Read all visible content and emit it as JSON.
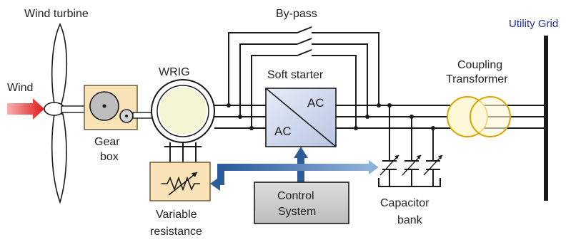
{
  "diagram": {
    "labels": {
      "wind_turbine": "Wind turbine",
      "wind": "Wind",
      "gear": "Gear",
      "box": "box",
      "wrig": "WRIG",
      "bypass": "By-pass",
      "soft_starter": "Soft starter",
      "ac_top": "AC",
      "ac_bottom": "AC",
      "coupling": "Coupling",
      "transformer": "Transformer",
      "utility_grid": "Utility Grid",
      "variable": "Variable",
      "resistance": "resistance",
      "control": "Control",
      "system": "System",
      "capacitor": "Capacitor",
      "bank": "bank"
    },
    "colors": {
      "line": "#1a1a1a",
      "wind_arrow": "#e02020",
      "box_fill": "#fbe3b8",
      "box_stroke": "#6b5a3a",
      "control_fill": "#c8c8c8",
      "control_arrow": "#3b6fb0",
      "converter_fill": "#cfd8ec",
      "transformer_fill": "#fff8d8",
      "transformer_stroke": "#d7a400",
      "grid_label": "#1f2fa0",
      "blade_fill": "#ffffff"
    }
  }
}
